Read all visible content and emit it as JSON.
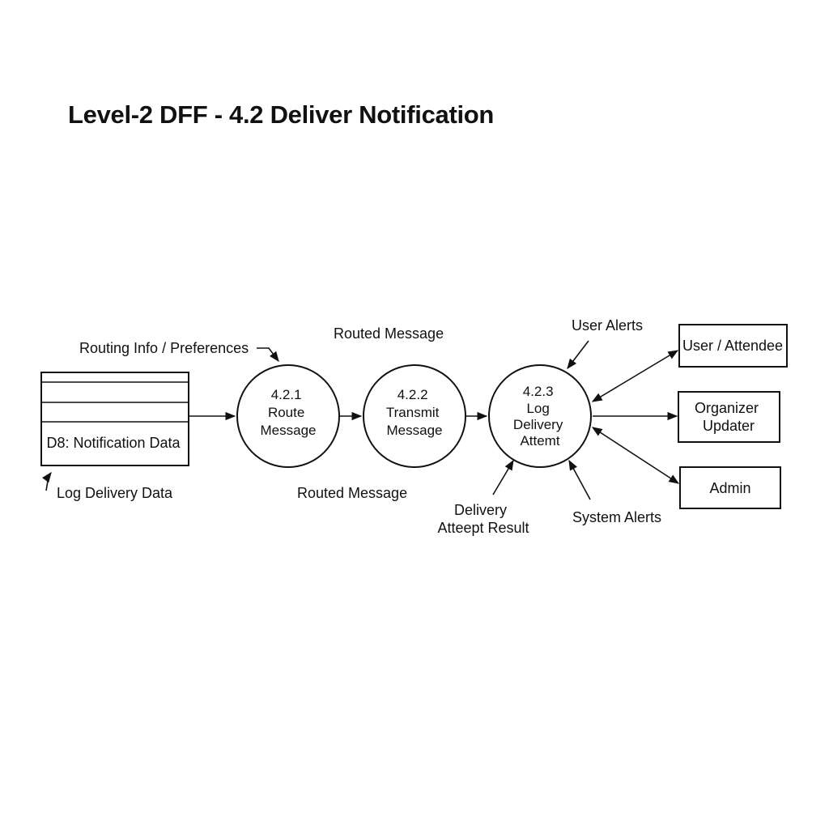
{
  "title": "Level-2 DFF - 4.2 Deliver Notification",
  "data_store": {
    "label": "D8: Notification Data"
  },
  "processes": [
    {
      "id": "4.2.1",
      "lines": [
        "4.2.1",
        "Route",
        "Message"
      ]
    },
    {
      "id": "4.2.2",
      "lines": [
        "4.2.2",
        "Transmit",
        "Message"
      ]
    },
    {
      "id": "4.2.3",
      "lines": [
        "4.2.3",
        "Log",
        "Delivery",
        "Attemt"
      ]
    }
  ],
  "entities": [
    {
      "lines": [
        "User / Attendee"
      ]
    },
    {
      "lines": [
        "Organizer",
        "Updater"
      ]
    },
    {
      "lines": [
        "Admin"
      ]
    }
  ],
  "flow_labels": {
    "routing_info": "Routing Info / Preferences",
    "routed_message_top": "Routed Message",
    "routed_message_bottom": "Routed Message",
    "log_delivery_data": "Log Delivery Data",
    "user_alerts": "User Alerts",
    "delivery_attempt_result": [
      "Delivery",
      "Atteept Result"
    ],
    "system_alerts": "System Alerts"
  }
}
